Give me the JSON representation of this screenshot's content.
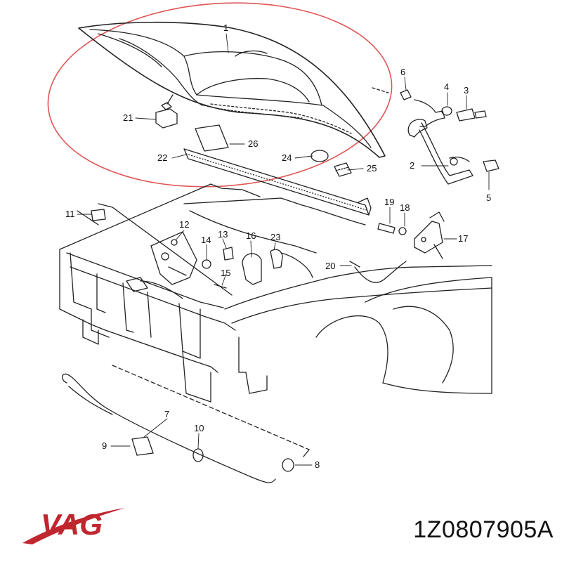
{
  "brand": {
    "name": "VAG",
    "color": "#c0262d"
  },
  "part_number": "1Z0807905A",
  "highlight_color": "#e05555",
  "callouts": {
    "c1": "1",
    "c2": "2",
    "c3": "3",
    "c4": "4",
    "c5": "5",
    "c6": "6",
    "c7": "7",
    "c8": "8",
    "c9": "9",
    "c10": "10",
    "c11": "11",
    "c12": "12",
    "c13": "13",
    "c14": "14",
    "c15": "15",
    "c16": "16",
    "c17": "17",
    "c18": "18",
    "c19": "19",
    "c20": "20",
    "c21": "21",
    "c22": "22",
    "c23": "23",
    "c24": "24",
    "c25": "25",
    "c26": "26"
  }
}
